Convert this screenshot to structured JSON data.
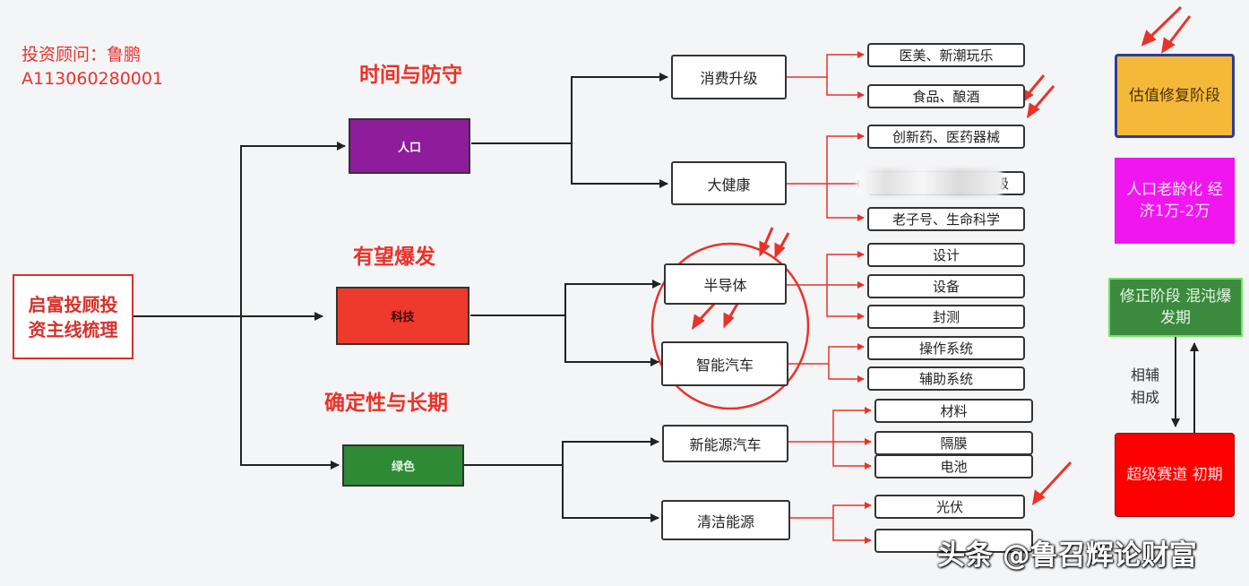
{
  "advisor": {
    "line1": "投资顾问：鲁鹏",
    "line2": "A113060280001"
  },
  "root": {
    "label": "启富投顾投资主线梳理"
  },
  "headings": {
    "h1": "时间与防守",
    "h2": "有望爆发",
    "h3": "确定性与长期"
  },
  "categories": [
    {
      "label": "人口"
    },
    {
      "label": "科技"
    },
    {
      "label": "绿色"
    }
  ],
  "subs": [
    {
      "label": "消费升级"
    },
    {
      "label": "大健康"
    },
    {
      "label": "半导体"
    },
    {
      "label": "智能汽车"
    },
    {
      "label": "新能源汽车"
    },
    {
      "label": "清洁能源"
    }
  ],
  "leaves": [
    {
      "label": "医美、新潮玩乐"
    },
    {
      "label": "食品、酿酒"
    },
    {
      "label": "创新药、医药器械"
    },
    {
      "label": "级"
    },
    {
      "label": "老子号、生命科学"
    },
    {
      "label": "设计"
    },
    {
      "label": "设备"
    },
    {
      "label": "封测"
    },
    {
      "label": "操作系统"
    },
    {
      "label": "辅助系统"
    },
    {
      "label": "材料"
    },
    {
      "label": "隔膜"
    },
    {
      "label": "电池"
    },
    {
      "label": "光伏"
    },
    {
      "label": ""
    }
  ],
  "side": {
    "s1": "估值修复阶段",
    "s2": "人口老龄化 经济1万-2万",
    "s3": "修正阶段 混沌爆发期",
    "s4": "超级赛道 初期",
    "note": "相辅相成"
  },
  "watermark": "头条 @鲁召辉论财富",
  "colors": {
    "accent_red": "#e8332a",
    "purple": "#8e1c9b",
    "green": "#2f8a35",
    "orange": "#f5b93a",
    "magenta": "#f016f0",
    "bright_red": "#fc0000"
  }
}
